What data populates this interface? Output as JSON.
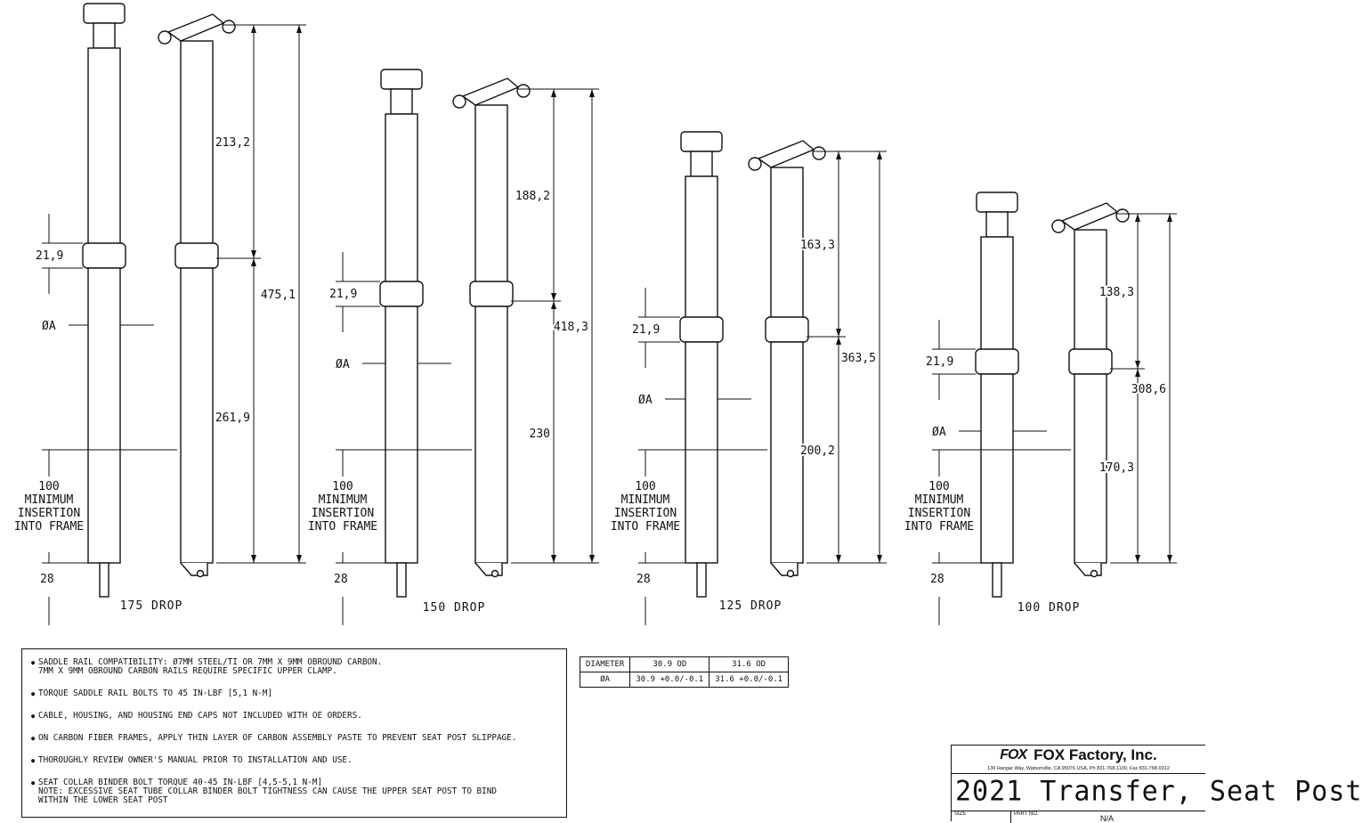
{
  "posts": [
    {
      "drop_label": "175 DROP",
      "dims": {
        "upper_stanchion": "213,2",
        "total": "475,1",
        "lower": "261,9",
        "collar": "21,9",
        "diameter": "ØA",
        "insertion": "100\nMINIMUM\nINSERTION\nINTO FRAME",
        "bottom": "28"
      }
    },
    {
      "drop_label": "150 DROP",
      "dims": {
        "upper_stanchion": "188,2",
        "total": "418,3",
        "lower": "230",
        "collar": "21,9",
        "diameter": "ØA",
        "insertion": "100\nMINIMUM\nINSERTION\nINTO FRAME",
        "bottom": "28"
      }
    },
    {
      "drop_label": "125 DROP",
      "dims": {
        "upper_stanchion": "163,3",
        "total": "363,5",
        "lower": "200,2",
        "collar": "21,9",
        "diameter": "ØA",
        "insertion": "100\nMINIMUM\nINSERTION\nINTO FRAME",
        "bottom": "28"
      }
    },
    {
      "drop_label": "100 DROP",
      "dims": {
        "upper_stanchion": "138,3",
        "total": "308,6",
        "lower": "170,3",
        "collar": "21,9",
        "diameter": "ØA",
        "insertion": "100\nMINIMUM\nINSERTION\nINTO FRAME",
        "bottom": "28"
      }
    }
  ],
  "notes": [
    "SADDLE RAIL COMPATIBILITY: Ø7MM STEEL/TI OR 7MM X 9MM OBROUND CARBON.\n7MM X 9MM OBROUND CARBON RAILS REQUIRE SPECIFIC UPPER CLAMP.",
    "TORQUE SADDLE RAIL BOLTS TO 45 IN-LBF [5,1 N-M]",
    "CABLE, HOUSING, AND HOUSING END CAPS NOT INCLUDED WITH OE ORDERS.",
    "ON CARBON FIBER FRAMES, APPLY THIN LAYER OF CARBON ASSEMBLY PASTE TO PREVENT SEAT POST SLIPPAGE.",
    "THOROUGHLY REVIEW OWNER'S MANUAL PRIOR TO INSTALLATION AND USE.",
    "SEAT COLLAR BINDER BOLT TORQUE 40-45 IN-LBF [4,5-5,1 N-M]\nNOTE: EXCESSIVE SEAT TUBE COLLAR BINDER BOLT TIGHTNESS CAN CAUSE THE UPPER SEAT POST TO BIND\nWITHIN THE LOWER SEAT POST"
  ],
  "diameter_table": {
    "headers": [
      "DIAMETER",
      "30.9 OD",
      "31.6 OD"
    ],
    "row_label": "ØA",
    "row_values": [
      "30.9 +0.0/-0.1",
      "31.6 +0.0/-0.1"
    ]
  },
  "title_block": {
    "logo": "FOX",
    "company": "FOX Factory, Inc.",
    "address": "130 Hangar Way, Watsonville, CA 95076 USA, Ph 831-768-1100, Fax 831-768-9312",
    "title": "2021 Transfer, Seat Post",
    "size_label": "SIZE",
    "part_label": "PART NO.",
    "part_value": "N/A"
  }
}
